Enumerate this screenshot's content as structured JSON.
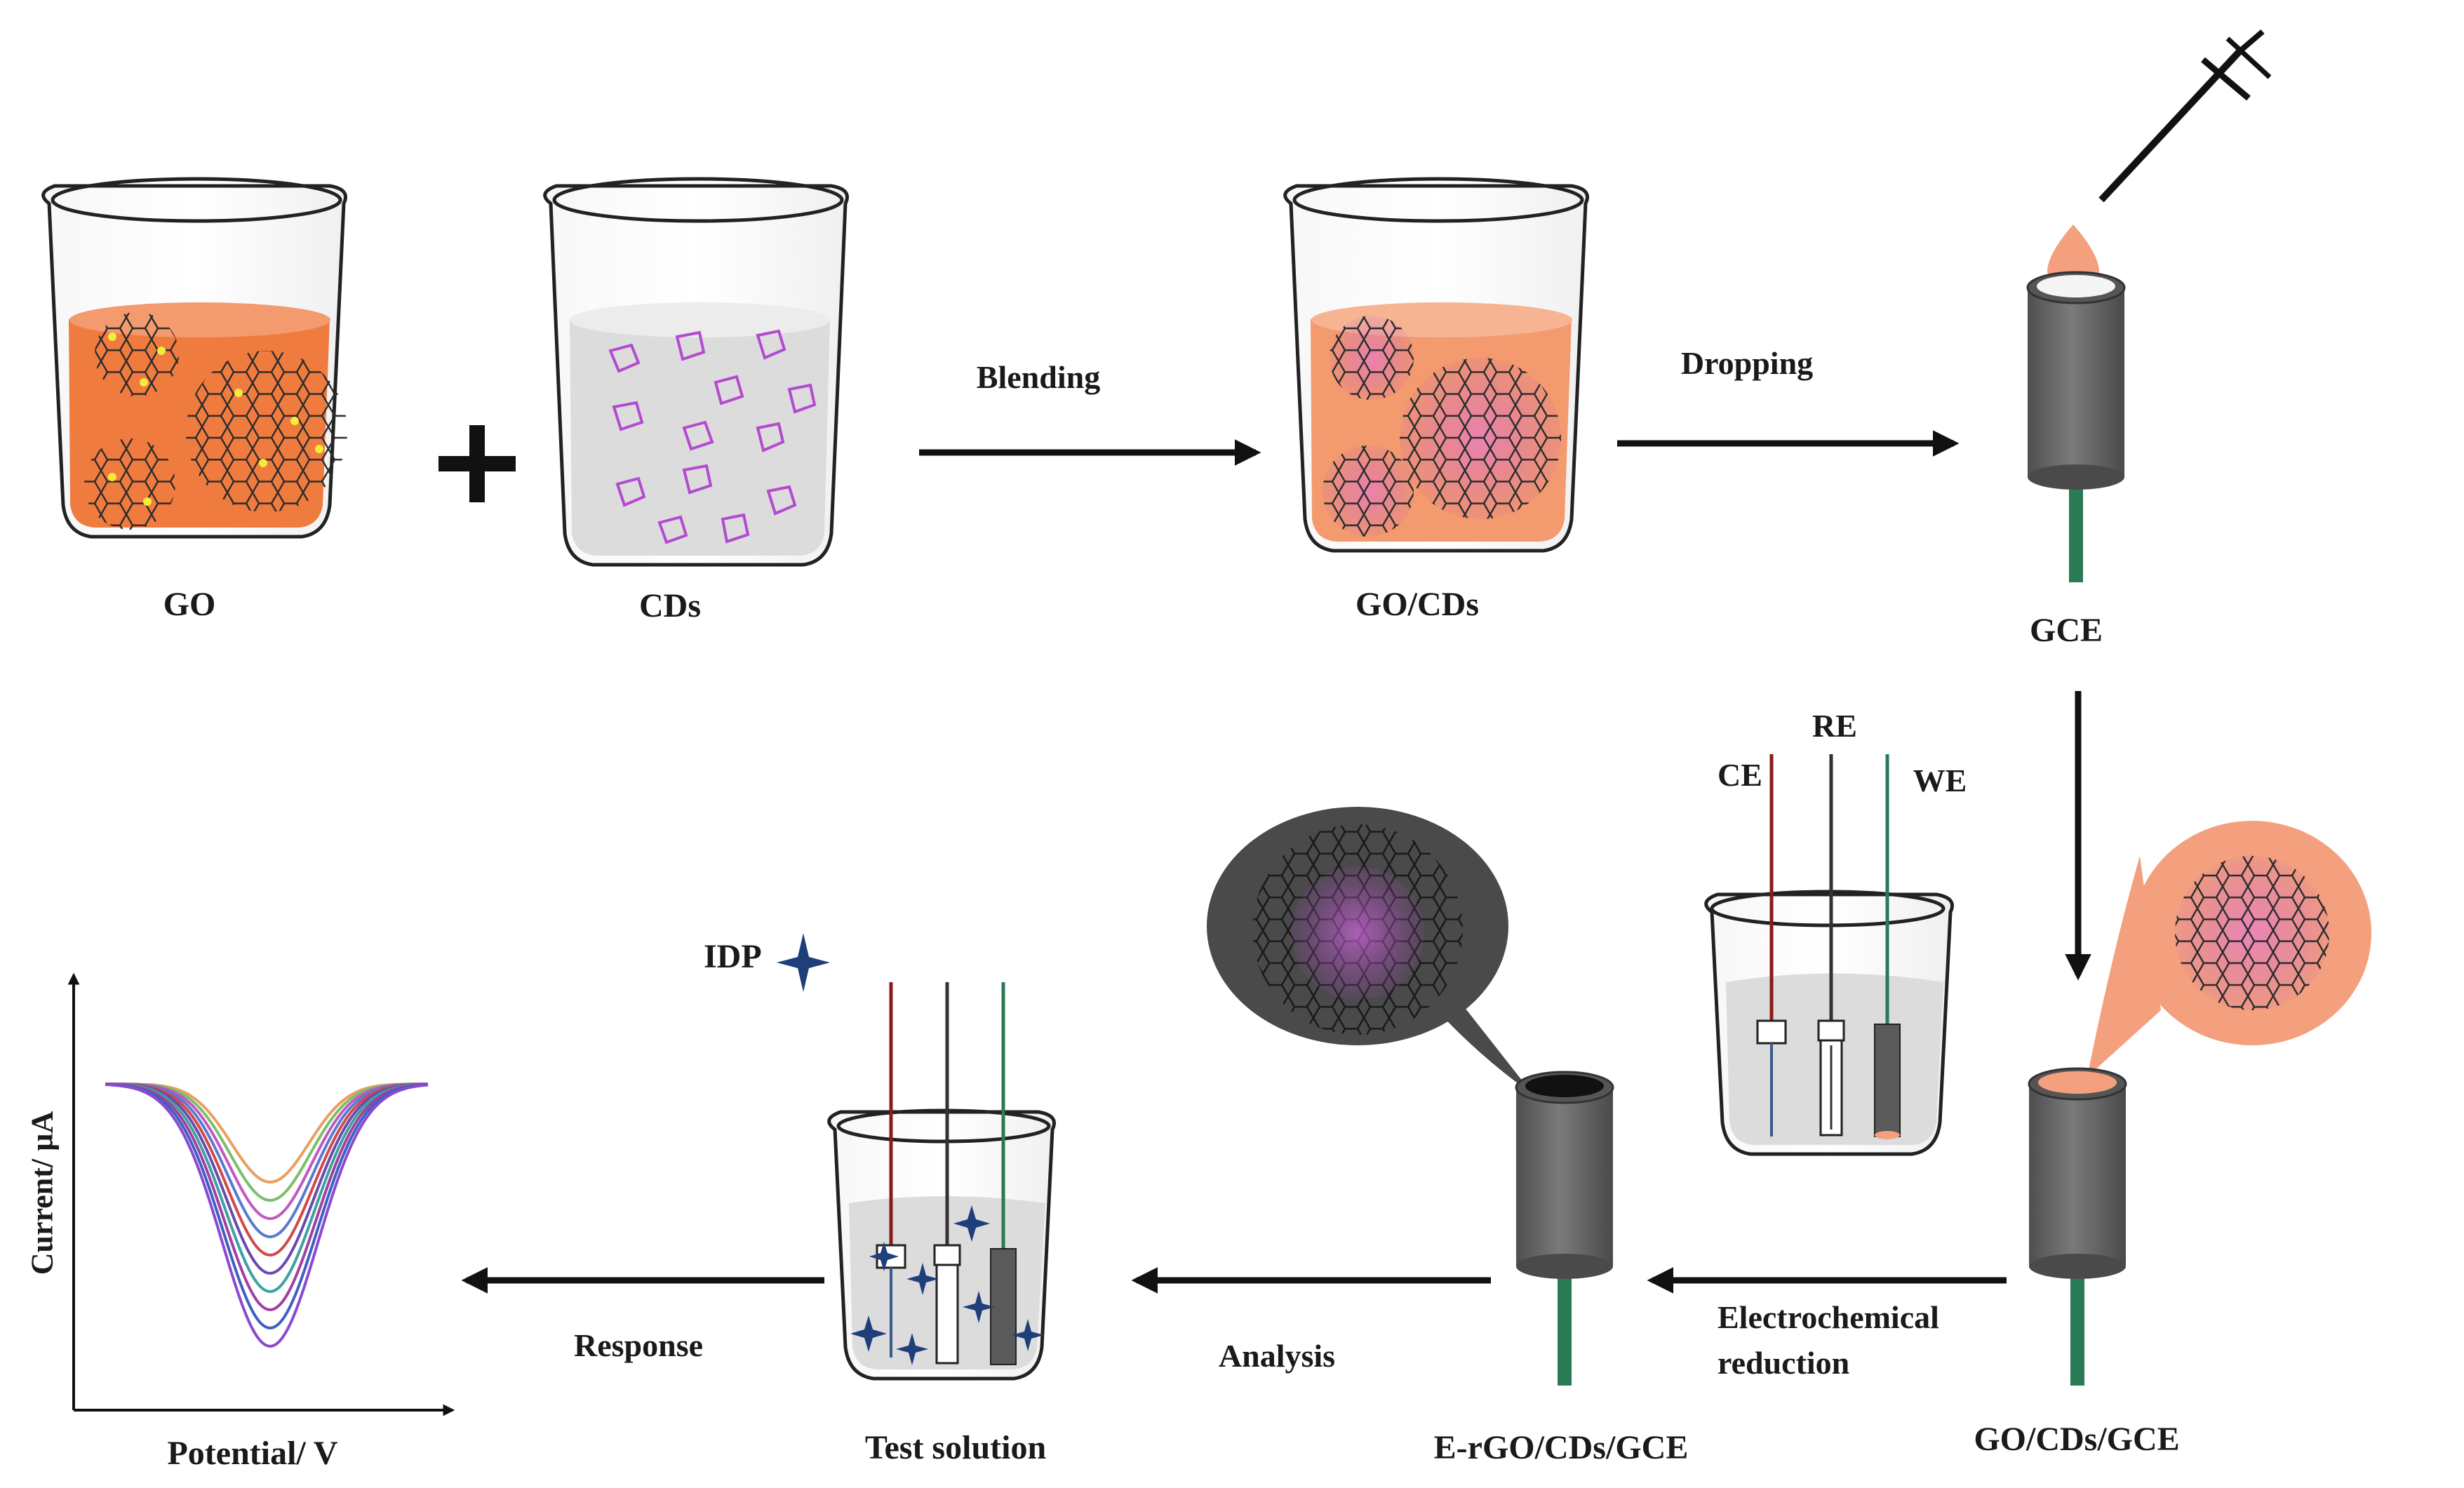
{
  "labels": {
    "go": "GO",
    "cds": "CDs",
    "go_cds": "GO/CDs",
    "gce": "GCE",
    "go_cds_gce": "GO/CDs/GCE",
    "e_rgo_cds_gce": "E-rGO/CDs/GCE",
    "test_solution": "Test solution",
    "idp": "IDP",
    "ce": "CE",
    "re": "RE",
    "we": "WE"
  },
  "steps": {
    "blending": "Blending",
    "dropping": "Dropping",
    "electrochemical_line1": "Electrochemical",
    "electrochemical_line2": "reduction",
    "analysis": "Analysis",
    "response": "Response"
  },
  "plot": {
    "xlabel": "Potential/ V",
    "ylabel": "Current/ µA"
  },
  "colors": {
    "go_liquid": "#f07b3f",
    "go_cds_liquid": "#f39a6e",
    "cds_liquid": "#d9d9d9",
    "electrode_body": "#6d6d6d",
    "electrode_lead": "#2a7a55",
    "ce_lead": "#8b1a1a",
    "re_lead": "#333333",
    "we_lead": "#2a7a55",
    "cd_particle": "#b44ad0",
    "star": "#1f3f7a",
    "drop": "#f4a07e",
    "balloon_dark": "#4a4a4a",
    "balloon_light": "#f4a07e"
  },
  "icons": {
    "plus": "plus-icon",
    "arrow": "arrow-icon",
    "pipette": "pipette-icon",
    "star": "sparkle-icon"
  }
}
